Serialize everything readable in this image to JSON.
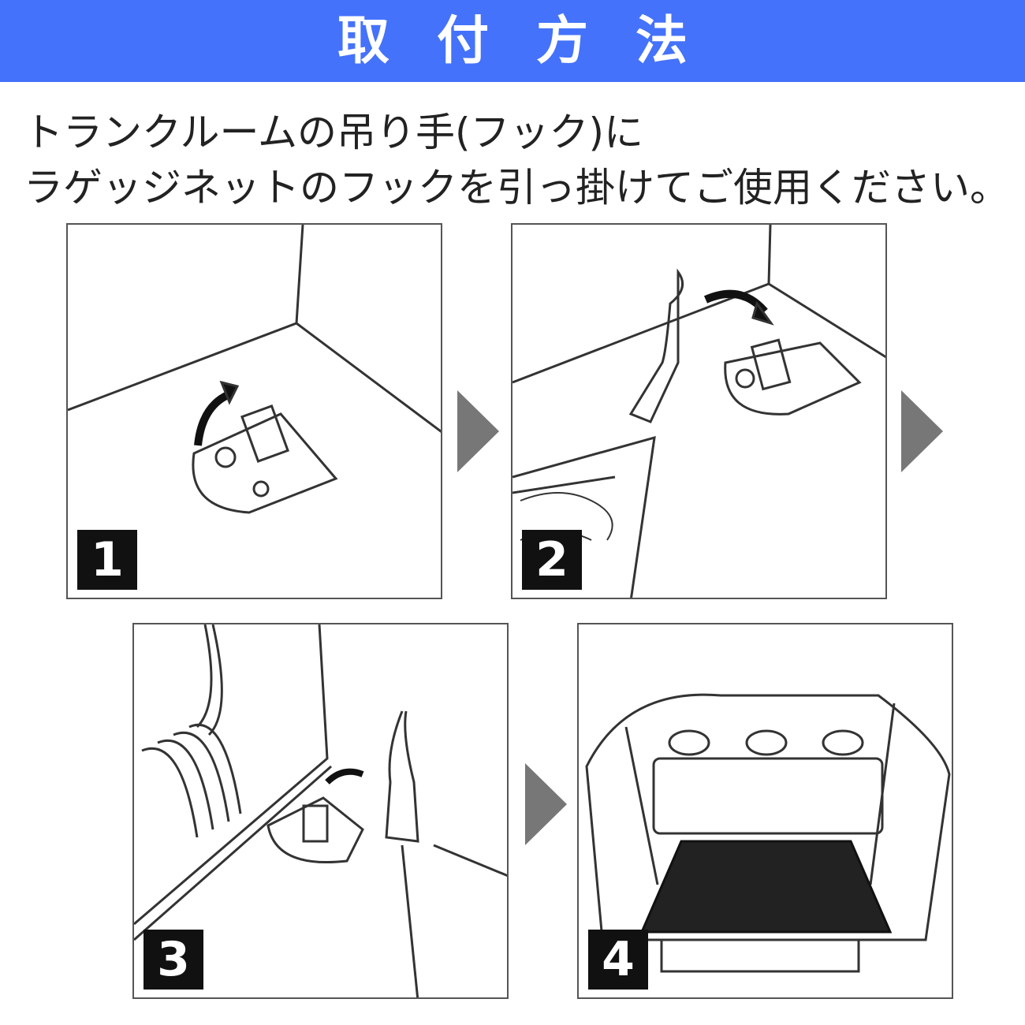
{
  "header": {
    "title": "取付方法",
    "color": "#4472fb"
  },
  "instructions": {
    "line1": "トランクルームの吊り手(フック)に",
    "line2": "ラゲッジネットのフックを引っ掛けてご使用ください。"
  },
  "steps": [
    {
      "number": "1"
    },
    {
      "number": "2"
    },
    {
      "number": "3"
    },
    {
      "number": "4"
    }
  ]
}
